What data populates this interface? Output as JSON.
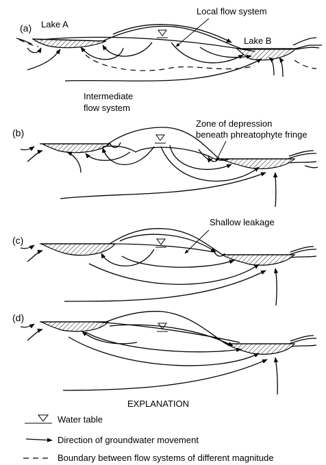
{
  "panels": {
    "a": {
      "label": "(a)",
      "lake_a": "Lake A",
      "lake_b": "Lake B",
      "local_flow": "Local flow system",
      "intermediate_flow": [
        "Intermediate",
        "flow system"
      ]
    },
    "b": {
      "label": "(b)",
      "depression_zone": [
        "Zone of depression",
        "beneath phreatophyte fringe"
      ]
    },
    "c": {
      "label": "(c)",
      "shallow_leakage": "Shallow leakage"
    },
    "d": {
      "label": "(d)"
    }
  },
  "explanation": {
    "title": "EXPLANATION",
    "water_table": "Water table",
    "groundwater_direction": "Direction of groundwater  movement",
    "boundary": "Boundary between flow systems of different magnitude"
  }
}
